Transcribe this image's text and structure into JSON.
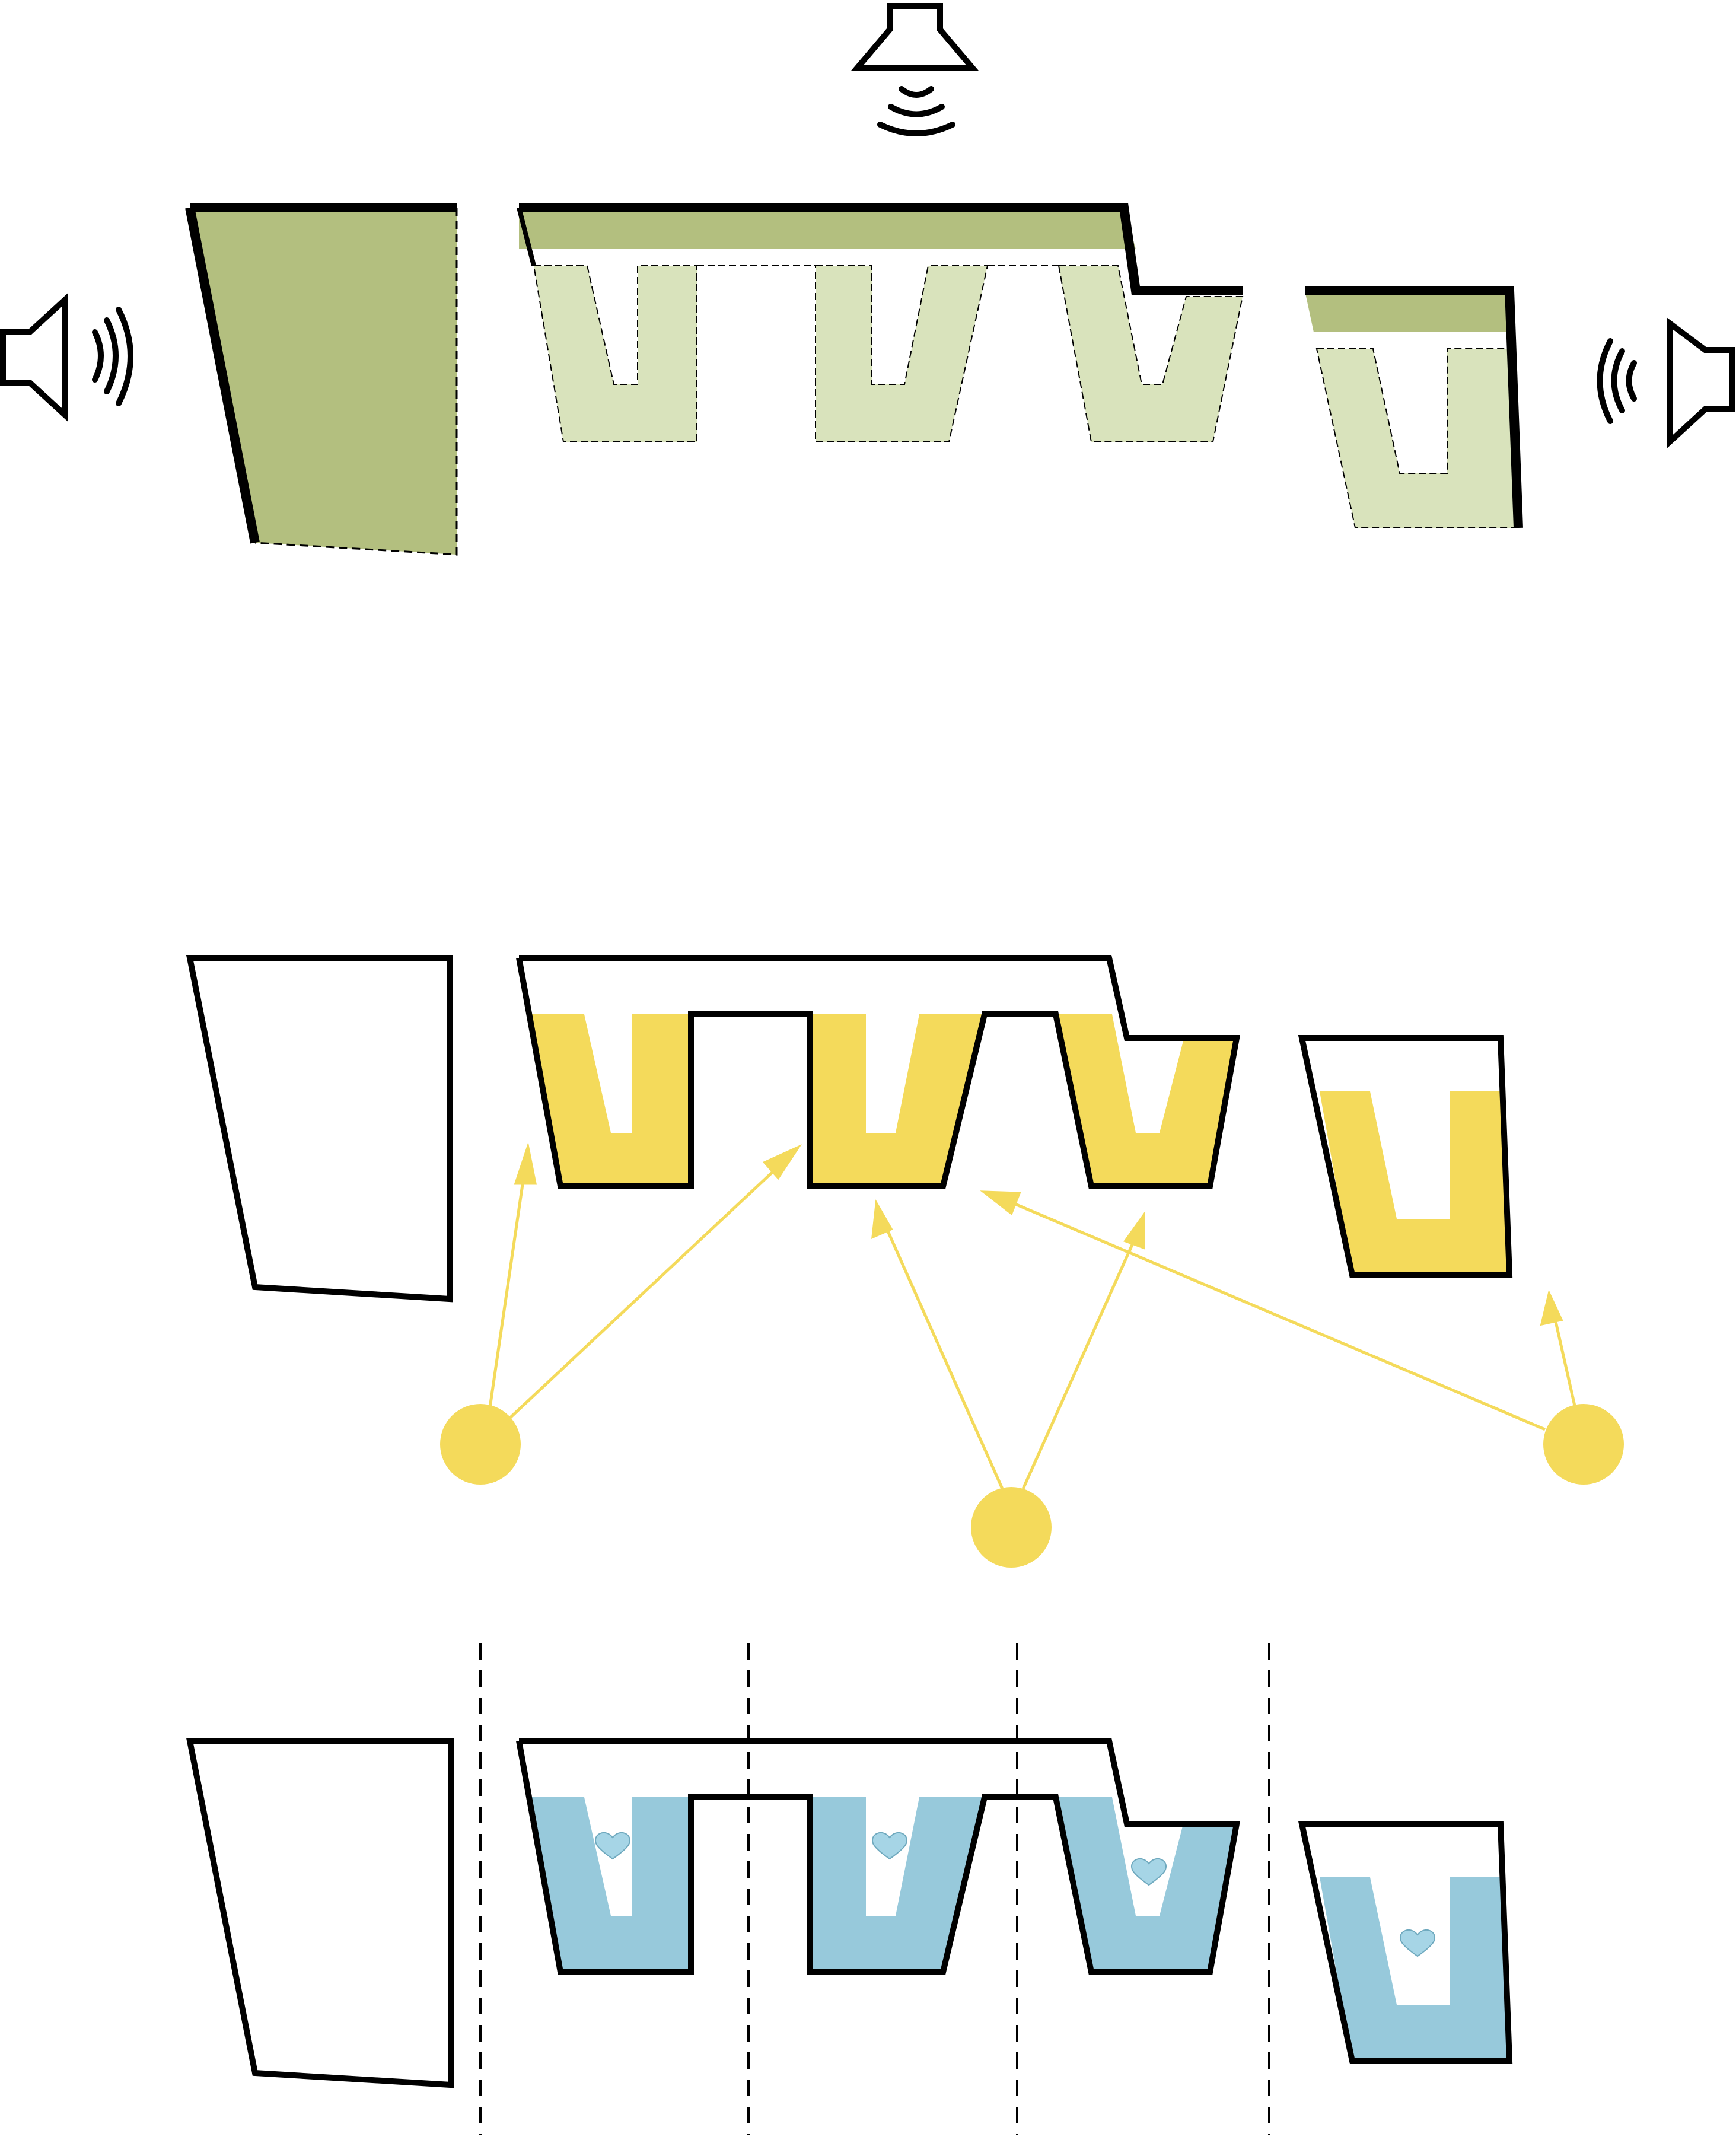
{
  "colors": {
    "background": "#ffffff",
    "outline": "#000000",
    "sound_dark_green": "#b3bf7f",
    "sound_light_green": "#d9e3bc",
    "light_yellow": "#f4da5b",
    "comfort_blue": "#97c9db",
    "heart_blue": "#a6d5e6"
  },
  "panels": [
    {
      "id": "acoustic",
      "icons": [
        "speaker-icon-left",
        "speaker-icon-top",
        "speaker-icon-right"
      ]
    },
    {
      "id": "daylight",
      "icons": [
        "light-source-dot-left",
        "light-source-dot-center",
        "light-source-dot-right"
      ]
    },
    {
      "id": "comfort",
      "icons": [
        "heart-icon"
      ]
    }
  ]
}
